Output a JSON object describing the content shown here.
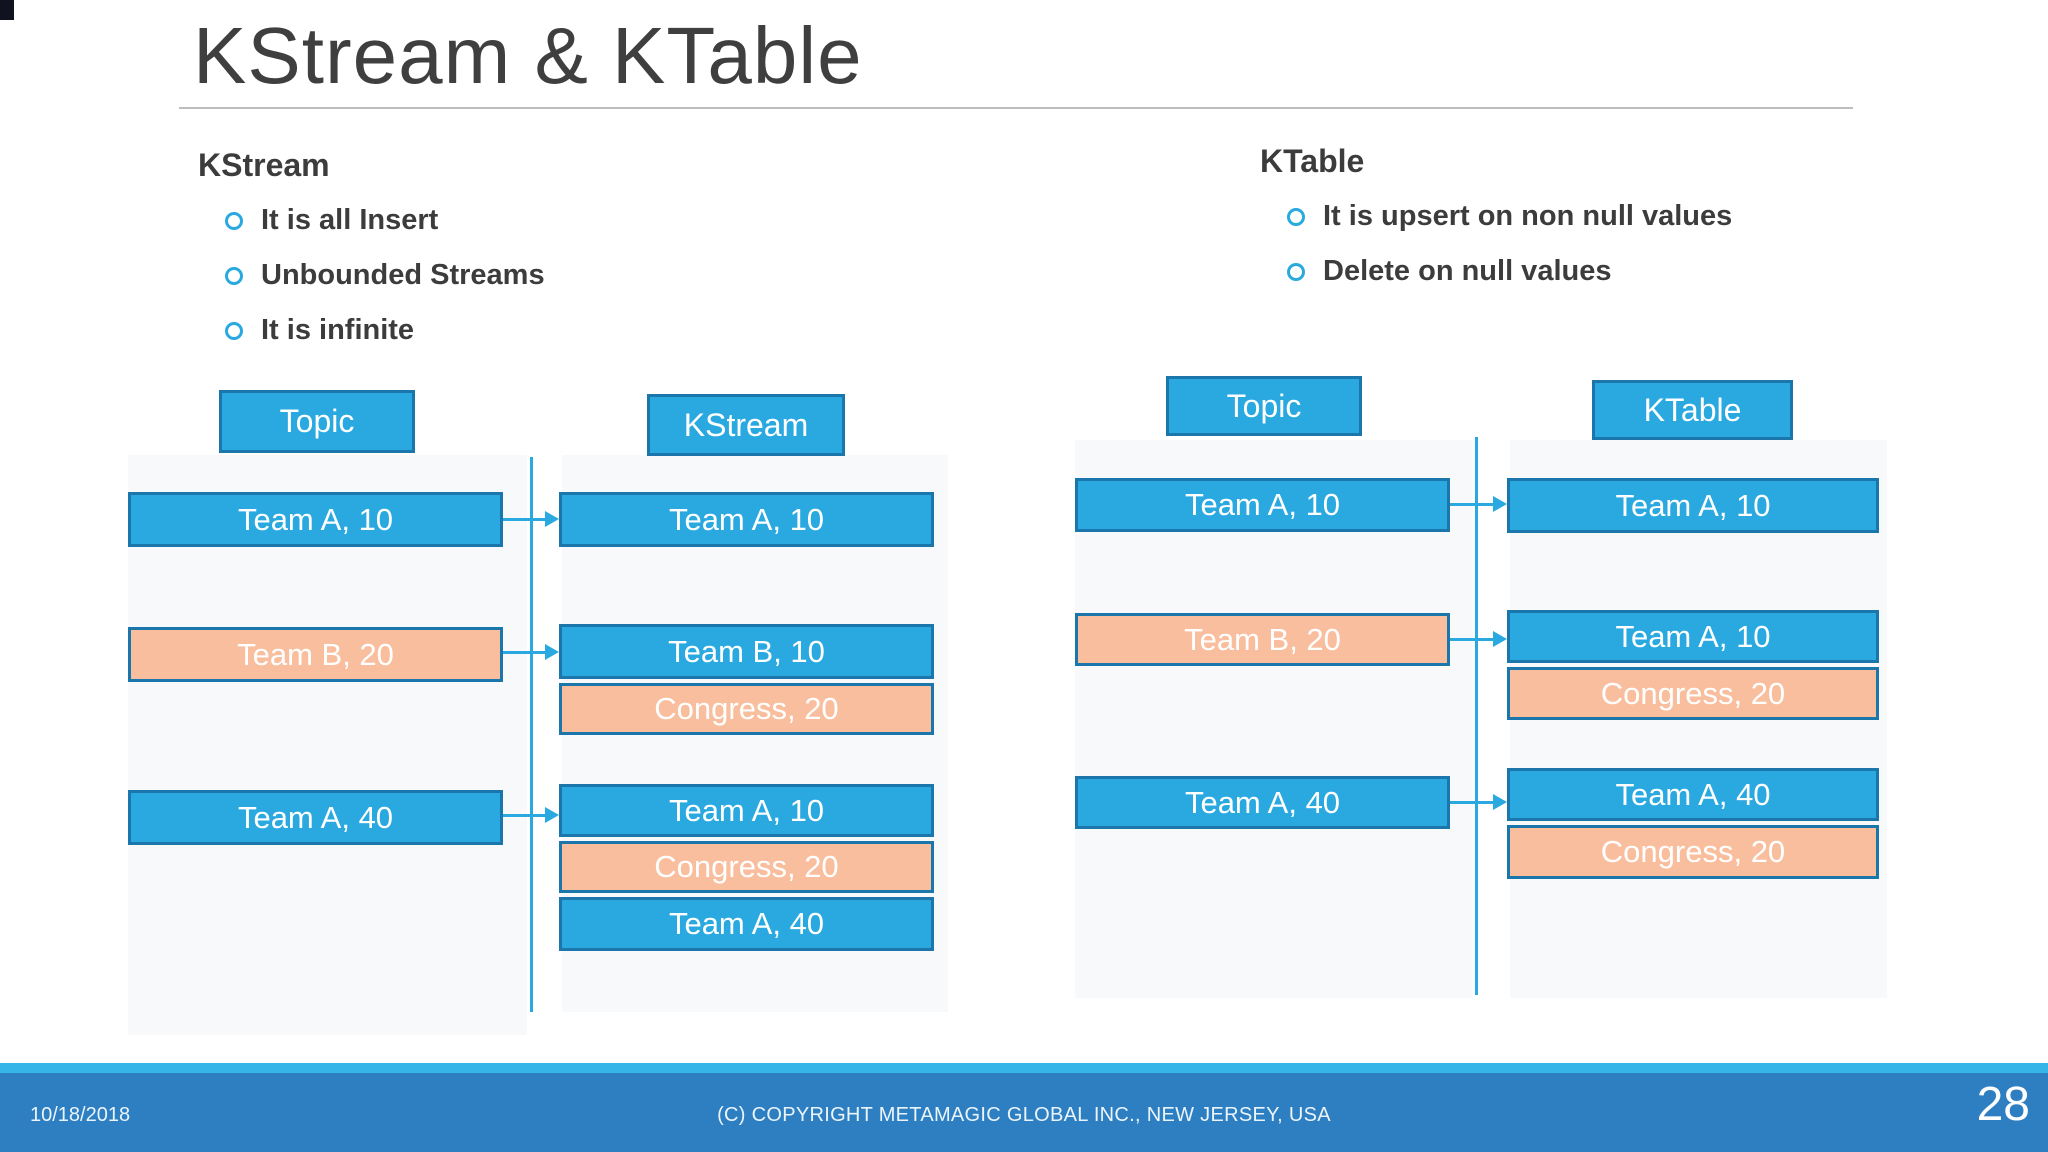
{
  "slide": {
    "title": "KStream & KTable",
    "page_number": "28",
    "footer_date": "10/18/2018",
    "footer_copyright": "(C) COPYRIGHT METAMAGIC GLOBAL INC., NEW JERSEY, USA"
  },
  "kstream_section": {
    "heading": "KStream",
    "bullets": [
      "It is all Insert",
      "Unbounded Streams",
      "It is infinite"
    ]
  },
  "ktable_section": {
    "heading": "KTable",
    "bullets": [
      "It is upsert on non null values",
      "Delete on null values"
    ]
  },
  "left_diagram": {
    "topic_header": "Topic",
    "result_header": "KStream",
    "rows": [
      {
        "topic": {
          "label": "Team A, 10",
          "color": "blue"
        },
        "outputs": [
          {
            "label": "Team A, 10",
            "color": "blue"
          }
        ]
      },
      {
        "topic": {
          "label": "Team B, 20",
          "color": "salmon"
        },
        "outputs": [
          {
            "label": "Team B, 10",
            "color": "blue"
          },
          {
            "label": "Congress, 20",
            "color": "salmon"
          }
        ]
      },
      {
        "topic": {
          "label": "Team A, 40",
          "color": "blue"
        },
        "outputs": [
          {
            "label": "Team A, 10",
            "color": "blue"
          },
          {
            "label": "Congress, 20",
            "color": "salmon"
          },
          {
            "label": "Team A, 40",
            "color": "blue"
          }
        ]
      }
    ]
  },
  "right_diagram": {
    "topic_header": "Topic",
    "result_header": "KTable",
    "rows": [
      {
        "topic": {
          "label": "Team A, 10",
          "color": "blue"
        },
        "outputs": [
          {
            "label": "Team A, 10",
            "color": "blue"
          }
        ]
      },
      {
        "topic": {
          "label": "Team B, 20",
          "color": "salmon"
        },
        "outputs": [
          {
            "label": "Team A, 10",
            "color": "blue"
          },
          {
            "label": "Congress, 20",
            "color": "salmon"
          }
        ]
      },
      {
        "topic": {
          "label": "Team A, 40",
          "color": "blue"
        },
        "outputs": [
          {
            "label": "Team A, 40",
            "color": "blue"
          },
          {
            "label": "Congress, 20",
            "color": "salmon"
          }
        ]
      }
    ]
  },
  "colors": {
    "box_blue": "#29A9E0",
    "box_salmon": "#F9BE9D",
    "box_border": "#1B76AC",
    "accent_line": "#29A9E0",
    "footer_bar": "#2E7FC1",
    "footer_strip": "#35B5E8"
  }
}
